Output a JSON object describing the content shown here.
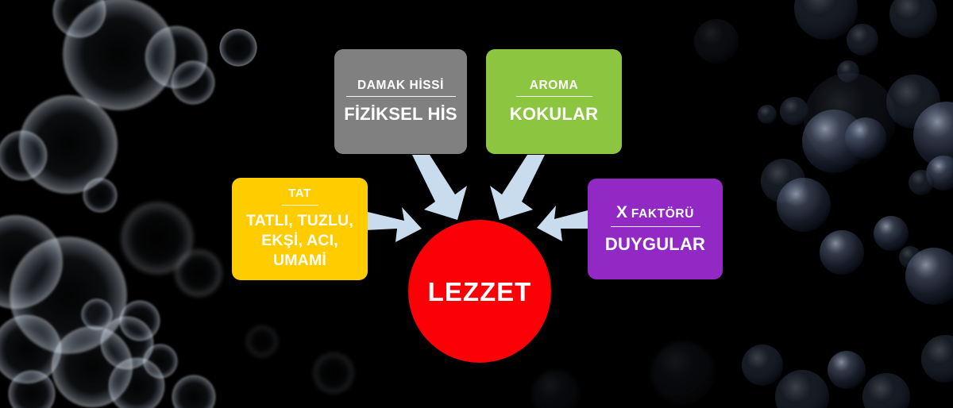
{
  "diagram": {
    "background_color": "#000000",
    "arrow_color": "#c9dcee",
    "center": {
      "label": "LEZZET",
      "color": "#fb0007",
      "shape": "circle"
    },
    "nodes": [
      {
        "id": "damak-hissi",
        "kicker": "DAMAK HİSSİ",
        "title": "FİZİKSEL HİS",
        "color": "#808080"
      },
      {
        "id": "aroma",
        "kicker": "AROMA",
        "title": "KOKULAR",
        "color": "#8cc53f"
      },
      {
        "id": "tat",
        "kicker": "TAT",
        "title": "TATLI, TUZLU, EKŞİ, ACI, UMAMİ",
        "color": "#ffcc00"
      },
      {
        "id": "x-faktoru",
        "kicker_lead": "X",
        "kicker": "FAKTÖRÜ",
        "title": "DUYGULAR",
        "color": "#9229c4"
      }
    ]
  }
}
